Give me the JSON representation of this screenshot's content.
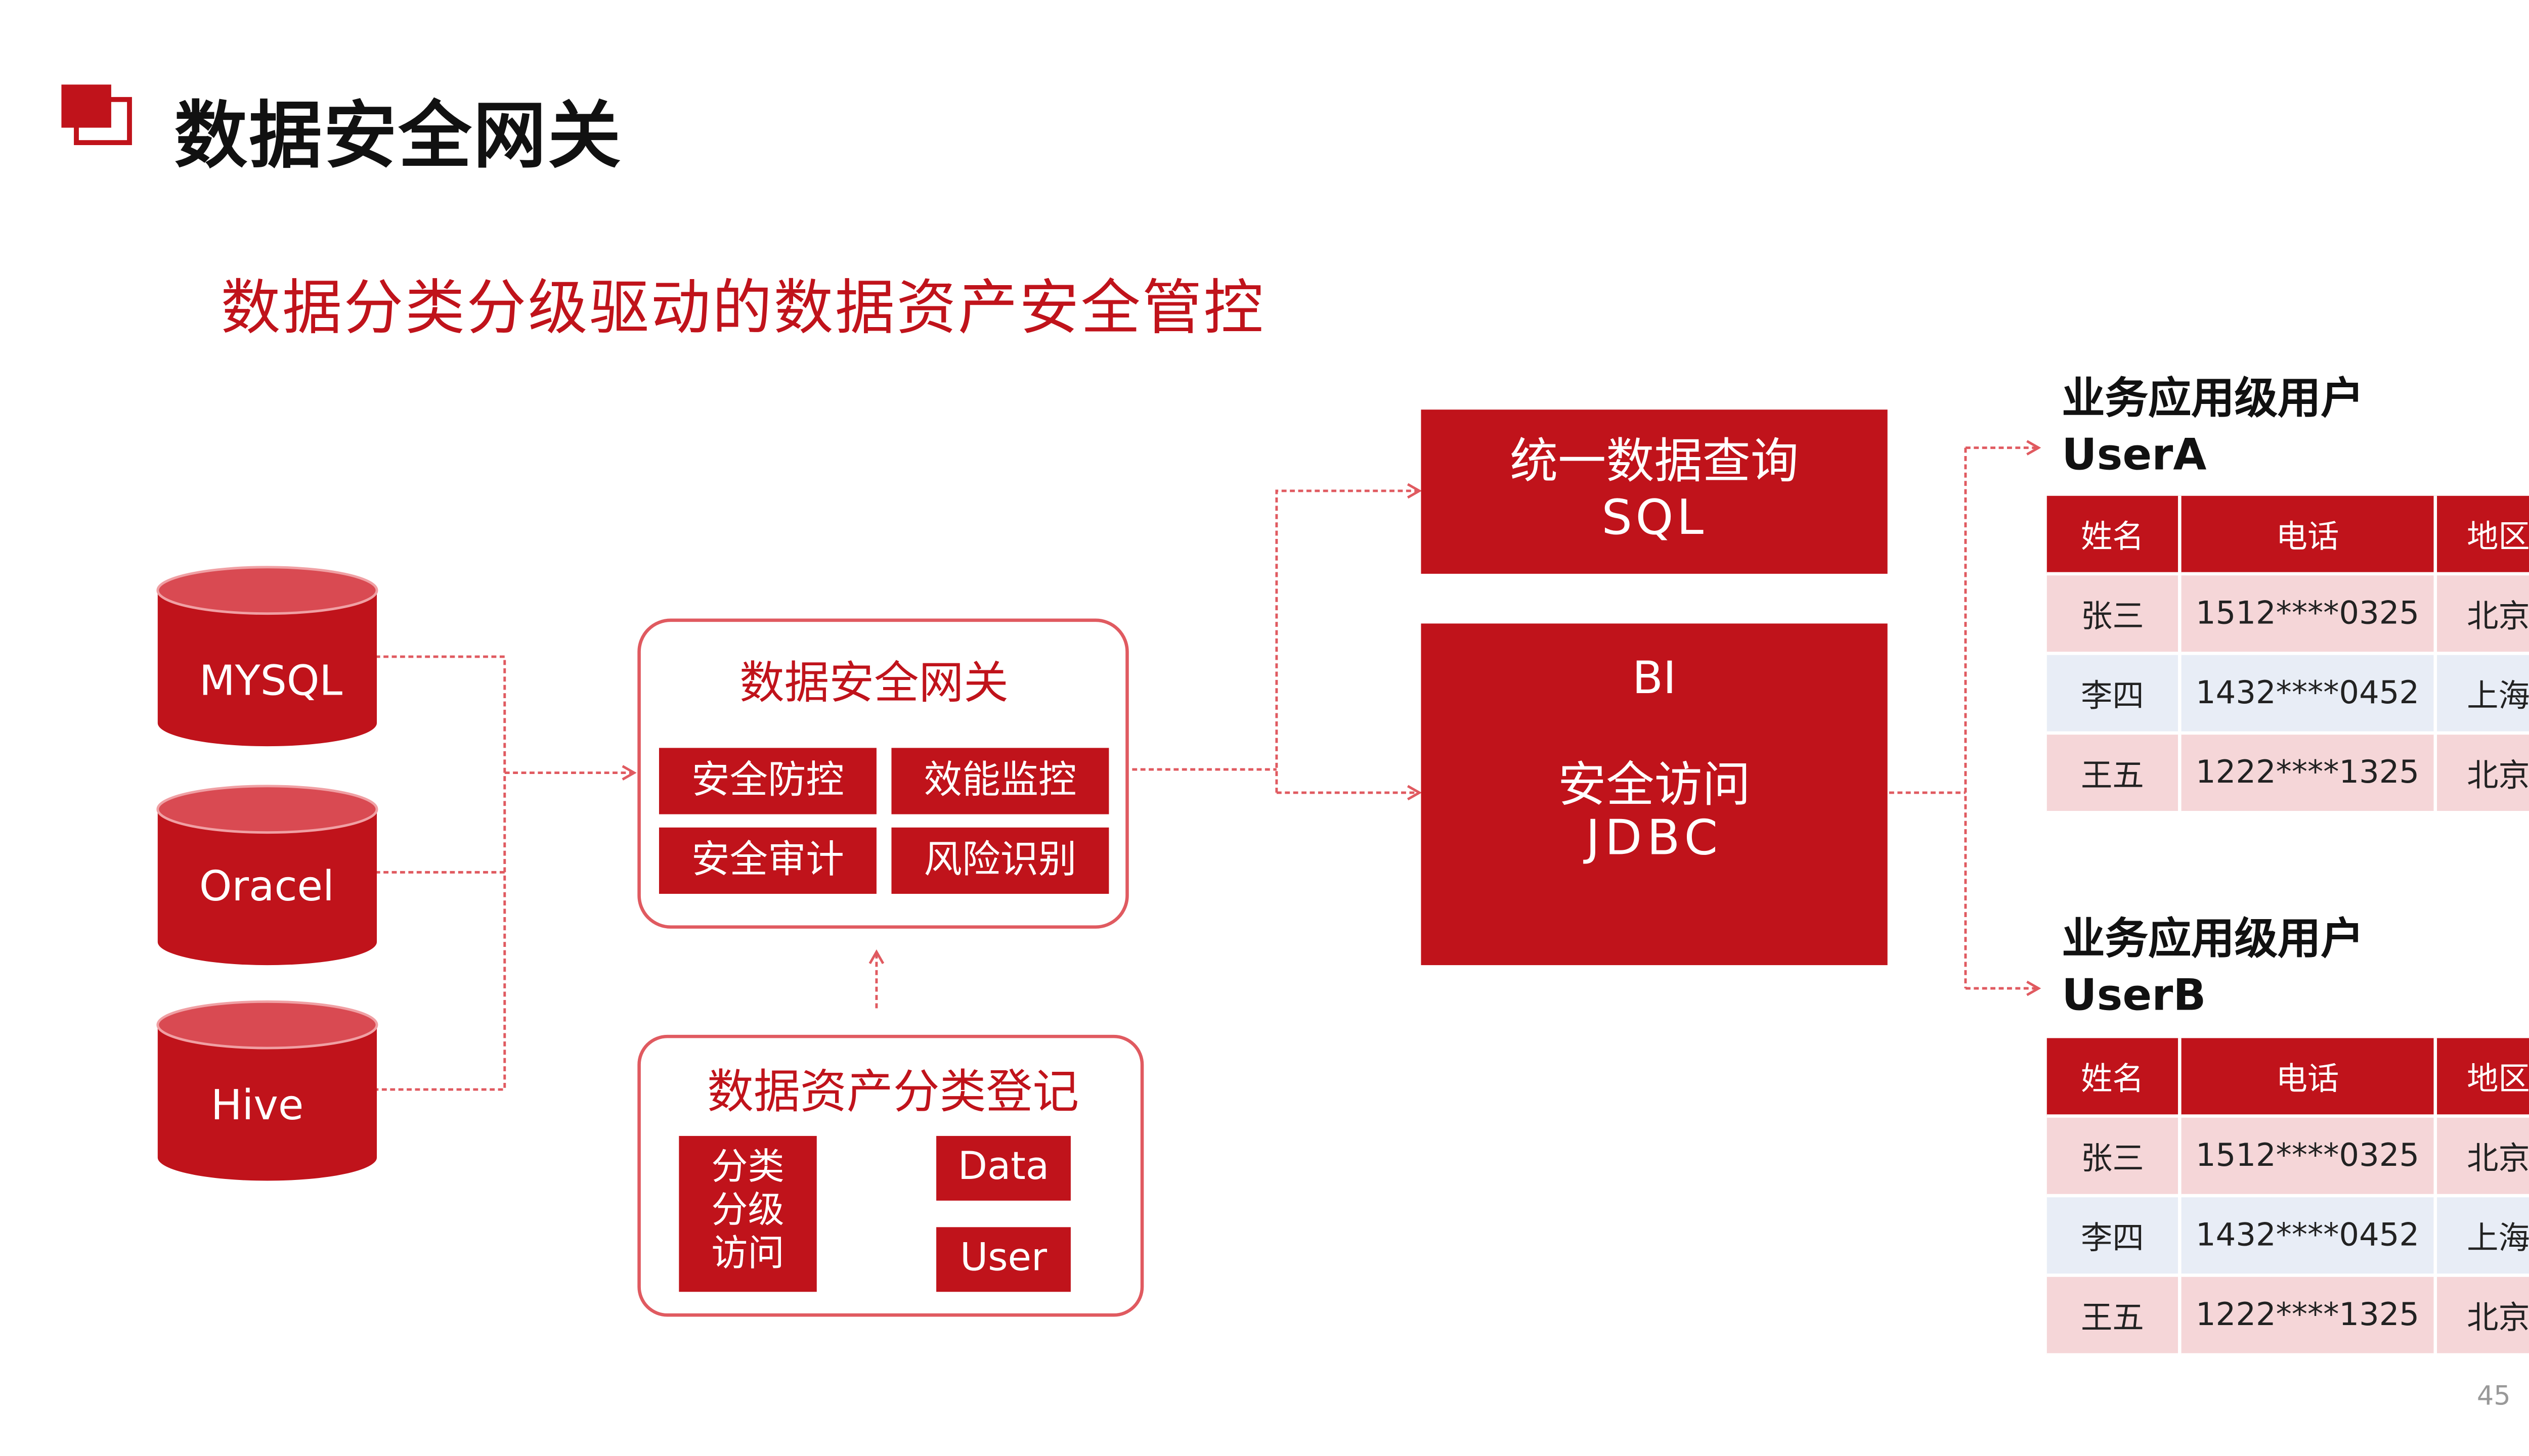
{
  "title": "数据安全网关",
  "subtitle": "数据分类分级驱动的数据资产安全管控",
  "colors": {
    "brand_red": "#c0131b",
    "light_red": "#e05a60",
    "row_pink": "#f5d6d8",
    "row_blue": "#e8edf6"
  },
  "sources": [
    "MYSQL",
    "Oracel",
    "Hive"
  ],
  "gateway": {
    "title": "数据安全网关",
    "functions": [
      "安全防控",
      "效能监控",
      "安全审计",
      "风险识别"
    ]
  },
  "registry": {
    "title": "数据资产分类登记",
    "classify_lines": [
      "分类",
      "分级",
      "访问"
    ],
    "data_label": "Data",
    "user_label": "User"
  },
  "query_box": {
    "line1": "统一数据查询",
    "line2": "SQL"
  },
  "bi_box": {
    "line1": "BI",
    "line2": "安全访问",
    "line3": "JDBC"
  },
  "user_a": {
    "label": "业务应用级用户",
    "name": "UserA",
    "headers": [
      "姓名",
      "电话",
      "地区"
    ],
    "rows": [
      [
        "张三",
        "1512****0325",
        "北京"
      ],
      [
        "李四",
        "1432****0452",
        "上海"
      ],
      [
        "王五",
        "1222****1325",
        "北京"
      ]
    ]
  },
  "user_b": {
    "label": "业务应用级用户",
    "name": "UserB",
    "headers": [
      "姓名",
      "电话",
      "地区"
    ],
    "rows": [
      [
        "张三",
        "1512****0325",
        "北京"
      ],
      [
        "李四",
        "1432****0452",
        "上海"
      ],
      [
        "王五",
        "1222****1325",
        "北京"
      ]
    ]
  },
  "page_number": "45"
}
